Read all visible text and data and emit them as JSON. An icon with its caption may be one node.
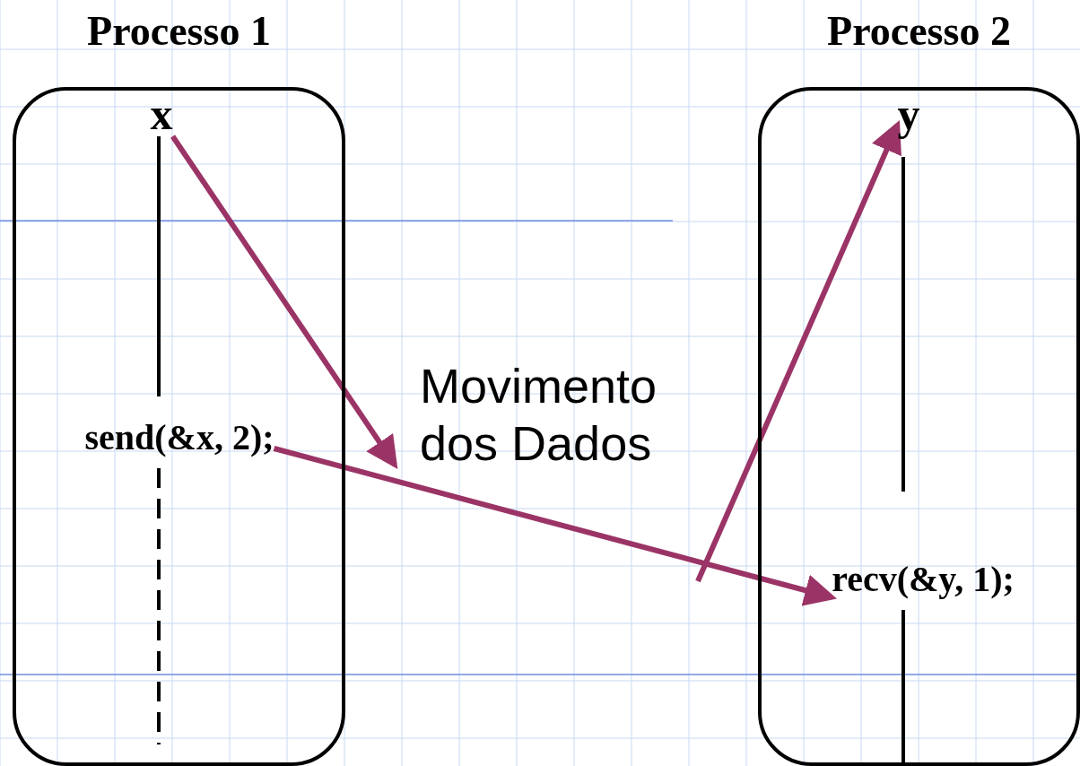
{
  "diagram": {
    "nodes": [
      {
        "text": [
          "Processo 1"
        ]
      },
      {
        "text": [
          "x"
        ],
        "in": 0
      },
      {
        "text": [
          "send(&x, 2);"
        ],
        "in": 0
      },
      {
        "text": [
          "Processo 2"
        ]
      },
      {
        "text": [
          "y"
        ],
        "in": 3
      },
      {
        "text": [
          "recv(&y, 1);"
        ],
        "in": 3
      }
    ],
    "edges": [
      {
        "from": 1,
        "to": null,
        "arrow": "to"
      },
      {
        "from": 2,
        "to": 5,
        "arrow": "to"
      },
      {
        "from": null,
        "to": 4,
        "arrow": "to"
      }
    ],
    "labels": [
      "Movimento dos Dados"
    ]
  }
}
